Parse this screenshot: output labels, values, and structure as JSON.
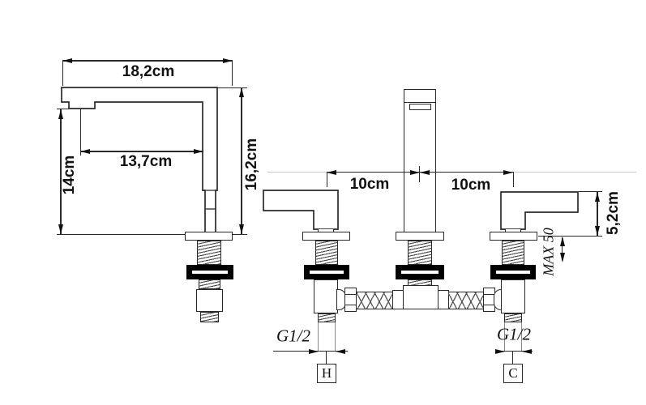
{
  "drawing": {
    "side_view": {
      "total_width": "18,2cm",
      "spout_reach": "13,7cm",
      "spout_height": "14cm",
      "total_height": "16,2cm"
    },
    "front_view": {
      "left_spacing": "10cm",
      "right_spacing": "10cm",
      "handle_height": "5,2cm",
      "max_deck_thickness": "MAX 50",
      "hot_connection_thread": "G1/2",
      "cold_connection_thread": "G1/2",
      "hot_marker": "H",
      "cold_marker": "C"
    },
    "colors": {
      "line": "#2a2a2a",
      "washer": "#000000",
      "background": "#ffffff"
    }
  }
}
